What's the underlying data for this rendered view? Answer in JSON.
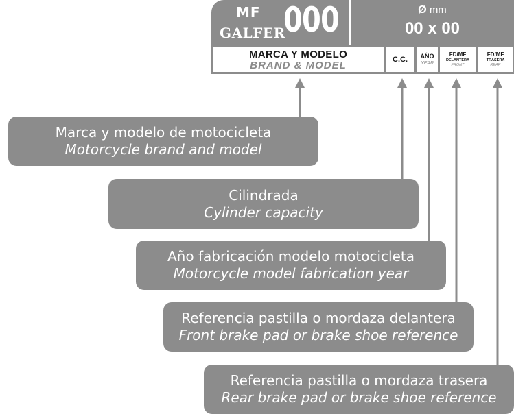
{
  "header": {
    "brand_mf": "MF",
    "brand_galfer": "GALFER",
    "brand_number": "000",
    "diameter_symbol": "Ø",
    "diameter_unit": "mm",
    "dimensions": "00 x 00",
    "columns": {
      "brand_es": "MARCA Y MODELO",
      "brand_en": "BRAND & MODEL",
      "cc": "C.C.",
      "year_es": "AÑO",
      "year_en": "YEAR",
      "front_code": "FD/MF",
      "front_es": "DELANTERA",
      "front_en": "FRONT",
      "rear_code": "FD/MF",
      "rear_es": "TRASERA",
      "rear_en": "REAR"
    }
  },
  "legend": [
    {
      "es": "Marca y modelo de motocicleta",
      "en": "Motorcycle brand and model"
    },
    {
      "es": "Cilindrada",
      "en": "Cylinder capacity"
    },
    {
      "es": "Año fabricación modelo motocicleta",
      "en": "Motorcycle model fabrication year"
    },
    {
      "es": "Referencia pastilla o mordaza delantera",
      "en": "Front brake pad or brake shoe reference"
    },
    {
      "es": "Referencia pastilla o mordaza trasera",
      "en": "Rear brake pad or brake shoe reference"
    }
  ],
  "colors": {
    "panel": "#8c8c8c",
    "text_light": "#ffffff",
    "text_dark": "#1a1a1a",
    "text_muted": "#8a8a8a"
  }
}
